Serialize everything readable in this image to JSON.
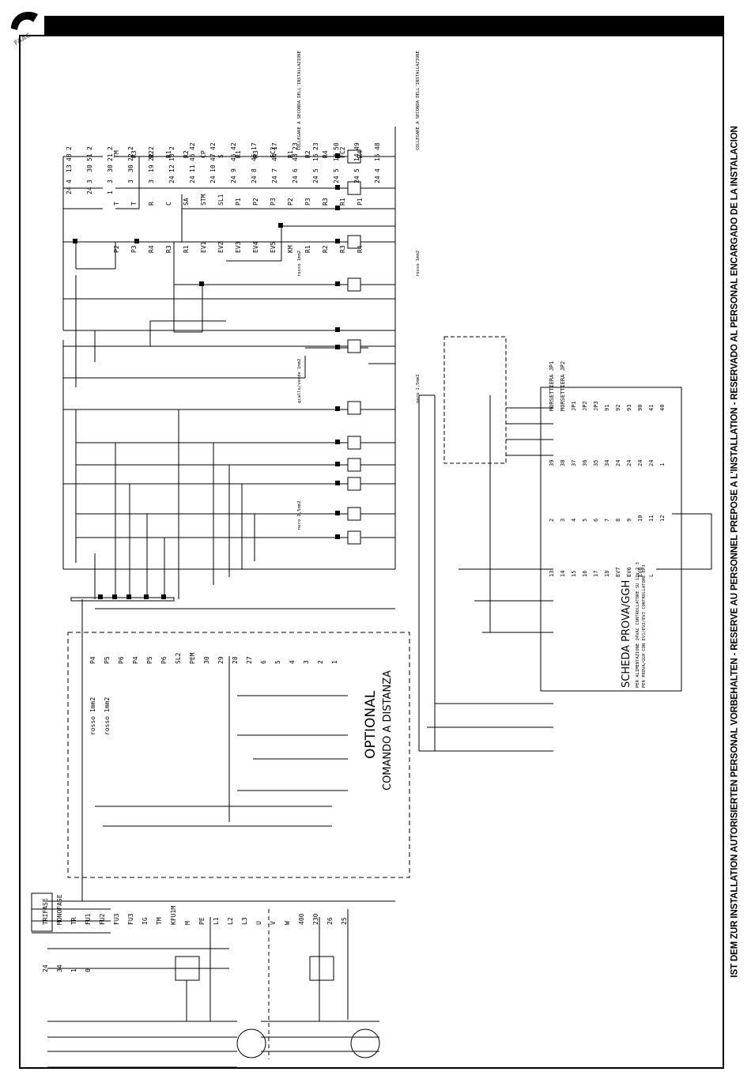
{
  "header": {
    "logo_text": "FAAC"
  },
  "sidebar": {
    "text": "IST DEM ZUR INSTALLATION AUTORISIERTEN PERSONAL VORBEHALTEN - RESERVE AU PERSONNEL PREPOSE A L'INSTALLATION - RESERVADO AL PERSONAL ENCARGADO DE LA INSTALACION"
  },
  "labels": {
    "net": [
      "2",
      "2",
      "2",
      "2",
      "2",
      "2",
      "42",
      "42",
      "42",
      "17",
      "17",
      "23",
      "23",
      "50",
      "49",
      "48",
      "48",
      "51",
      "21",
      "22",
      "22",
      "18",
      "46",
      "47",
      "45",
      "45",
      "44",
      "43",
      "16",
      "14",
      "14",
      "15",
      "13",
      "30",
      "30",
      "30",
      "19",
      "12",
      "11",
      "10",
      "9",
      "8",
      "7",
      "6",
      "5",
      "5",
      "5",
      "4",
      "4",
      "3",
      "3",
      "3",
      "3",
      "24",
      "24",
      "24",
      "24",
      "24",
      "24",
      "24",
      "24",
      "24",
      "24",
      "24",
      "24",
      "24",
      "1"
    ],
    "components": [
      "TM",
      "R3",
      "R2",
      "R1",
      "R2",
      "CP",
      "S",
      "R1",
      "R3",
      "FC2",
      "R1",
      "R2",
      "R4",
      "FC2",
      "R4",
      "T",
      "T",
      "R",
      "C",
      "SA",
      "STM",
      "SL1",
      "P1",
      "P2",
      "P3",
      "P2",
      "P3",
      "R3",
      "R1",
      "P1",
      "P2",
      "P3",
      "R4",
      "R3",
      "R1",
      "EV1",
      "EV2",
      "EV3",
      "EV4",
      "EV5",
      "KM",
      "R1",
      "R2",
      "R3",
      "R4"
    ],
    "power": [
      "TRIFASE",
      "MONOFASE",
      "TR",
      "FU1",
      "FU2",
      "FU3",
      "FU3",
      "IG",
      "TM",
      "KFU1M",
      "M",
      "PE",
      "L1",
      "L2",
      "L3",
      "U",
      "V",
      "W",
      "400",
      "230",
      "26",
      "25",
      "24",
      "34",
      "1",
      "0"
    ],
    "optional_title": "OPTIONAL",
    "optional_subtitle": "COMANDO A DISTANZA",
    "optional": [
      "P4",
      "P5",
      "P6",
      "P4",
      "P5",
      "P6",
      "SL2",
      "PEM",
      "30",
      "29",
      "28",
      "27",
      "6",
      "5",
      "4",
      "3",
      "2",
      "1",
      "rosso 1mm2",
      "rosso 1mm2"
    ],
    "board_title": "SCHEDA PROVA/GGH",
    "board_sub1": "PER ALIMENTAZIONE 24VAC CONTROLLATORE SU 12V 2 3",
    "board_sub2": "PER PROVA/GGH CON EV1/EV2/EV3 CONTROLLATORE EP3",
    "board": [
      "MORSETTIERA JP1",
      "MORSETTIERA JP2",
      "JP1",
      "JP2",
      "JP3",
      "91",
      "92",
      "93",
      "90",
      "41",
      "40",
      "39",
      "38",
      "37",
      "36",
      "35",
      "34",
      "24",
      "24",
      "24",
      "24",
      "1",
      "2",
      "3",
      "4",
      "5",
      "6",
      "7",
      "8",
      "9",
      "10",
      "11",
      "12",
      "13",
      "14",
      "15",
      "16",
      "17",
      "18",
      "EV7",
      "EV6",
      "EV8",
      "L"
    ],
    "small_notes": [
      "COLLEGARE A SECONDA DELL'INSTALLAZIONE",
      "COLLEGARE A SECONDA DELL'INSTALLAZIONE",
      "rosso 1mm2",
      "rosso 1mm2",
      "giallo/verde 1mm2",
      "nero 1,5mm2",
      "nero 2,5mm2"
    ]
  },
  "colors": {
    "ink": "#000000",
    "paper": "#ffffff"
  }
}
